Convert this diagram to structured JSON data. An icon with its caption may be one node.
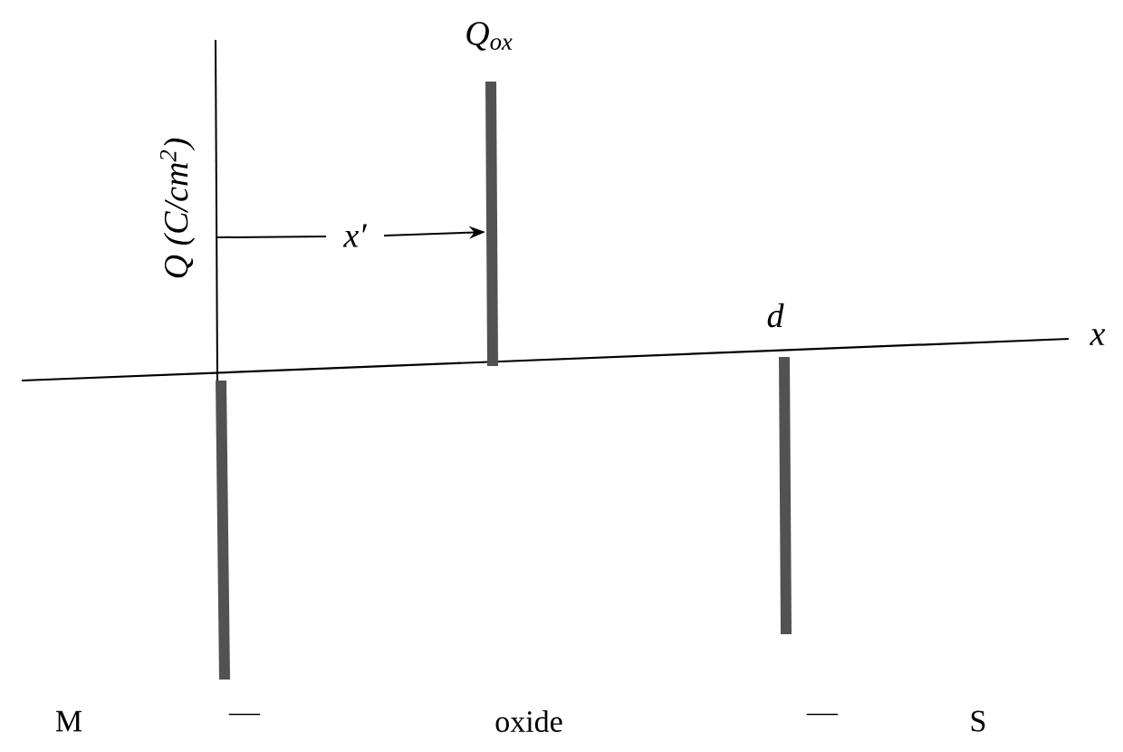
{
  "diagram": {
    "labels": [
      "Q (C/cm$^{2}$)",
      "Q$_{ox}$",
      "x′",
      "d",
      "x",
      "M",
      "—",
      "oxide",
      "—",
      "S"
    ]
  }
}
